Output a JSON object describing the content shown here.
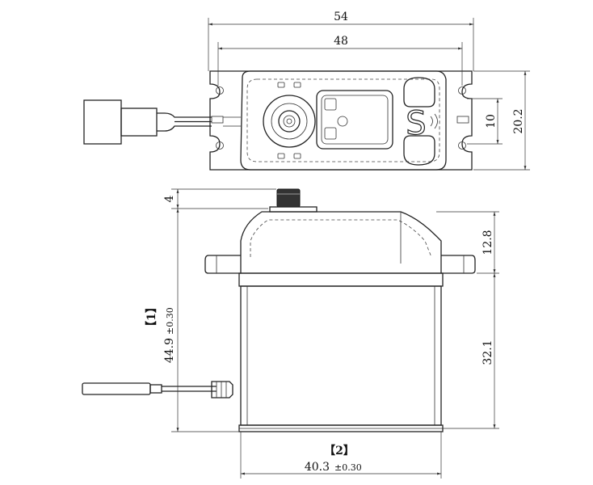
{
  "dimensions": {
    "overall_width": "54",
    "hole_spacing": "48",
    "slot_width": "10",
    "flange_height": "20.2",
    "output_spline_height": "4",
    "upper_case_height": "12.8",
    "lower_case_height": "32.1",
    "body_height_tag": "【1】",
    "body_height_value": "44.9",
    "body_height_tol": "±0.30",
    "body_width_tag": "【2】",
    "body_width_value": "40.3",
    "body_width_tol": "±0.30"
  },
  "logo": {
    "letter": "S"
  }
}
